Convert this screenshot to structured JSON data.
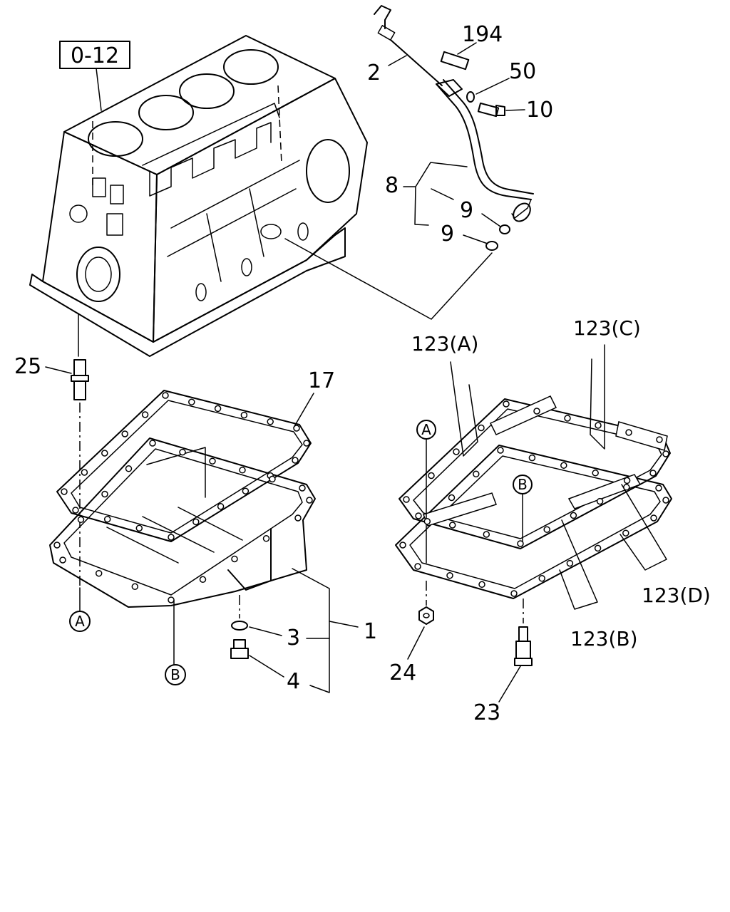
{
  "reference_box": "0-12",
  "callouts": {
    "dipstick": "2",
    "clip": "194",
    "washer": "50",
    "bolt": "10",
    "tube": "8",
    "oring_upper": "9",
    "oring_lower": "9",
    "stud": "25",
    "gasket": "17",
    "oil_pan": "1",
    "drain_washer": "3",
    "drain_plug": "4",
    "nut": "24",
    "bolt_b": "23",
    "seal_a": "123(A)",
    "seal_b": "123(B)",
    "seal_c": "123(C)",
    "seal_d": "123(D)"
  },
  "markers": {
    "a_left": "A",
    "b_left": "B",
    "a_right": "A",
    "b_right": "B"
  }
}
